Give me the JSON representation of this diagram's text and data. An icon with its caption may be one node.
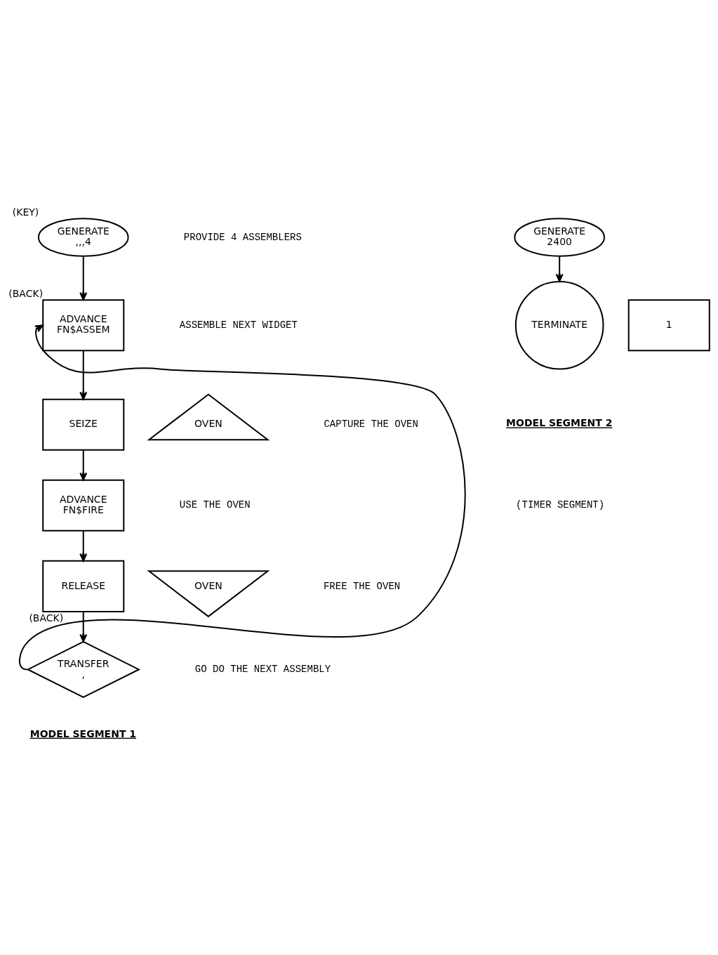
{
  "diagram": {
    "nodes": [
      {
        "text": [
          "GENERATE",
          ",,,4"
        ],
        "beside": [
          "(KEY)"
        ]
      },
      {
        "text": [
          "ADVANCE",
          "FN$ASSEM"
        ],
        "beside": [
          "(BACK)"
        ]
      },
      {
        "text": [
          "SEIZE"
        ]
      },
      {
        "text": [
          "OVEN"
        ]
      },
      {
        "text": [
          "ADVANCE",
          "FN$FIRE"
        ]
      },
      {
        "text": [
          "RELEASE"
        ]
      },
      {
        "text": [
          "OVEN"
        ]
      },
      {
        "text": [
          "TRANSFER",
          ","
        ]
      },
      {
        "text": [
          "GENERATE",
          "2400"
        ]
      },
      {
        "text": [
          "TERMINATE"
        ]
      },
      {
        "text": [
          "1"
        ]
      }
    ],
    "edges": [
      {
        "from": 0,
        "to": 1,
        "arrow": "to"
      },
      {
        "from": 1,
        "to": 2,
        "arrow": "to"
      },
      {
        "from": 2,
        "to": 4,
        "arrow": "to"
      },
      {
        "from": 4,
        "to": 5,
        "arrow": "to"
      },
      {
        "from": 5,
        "to": 7,
        "arrow": "to"
      },
      {
        "from": 7,
        "to": 1,
        "label": "(BACK)",
        "arrow": "to"
      },
      {
        "from": 8,
        "to": 9,
        "arrow": "to"
      }
    ],
    "labels": [
      "PROVIDE 4 ASSEMBLERS",
      "ASSEMBLE NEXT WIDGET",
      "MODEL SEGMENT 2",
      "(TIMER SEGMENT)",
      "CAPTURE THE OVEN",
      "USE THE OVEN",
      "FREE THE OVEN",
      "GO DO THE NEXT ASSEMBLY",
      "MODEL SEGMENT 1"
    ]
  }
}
